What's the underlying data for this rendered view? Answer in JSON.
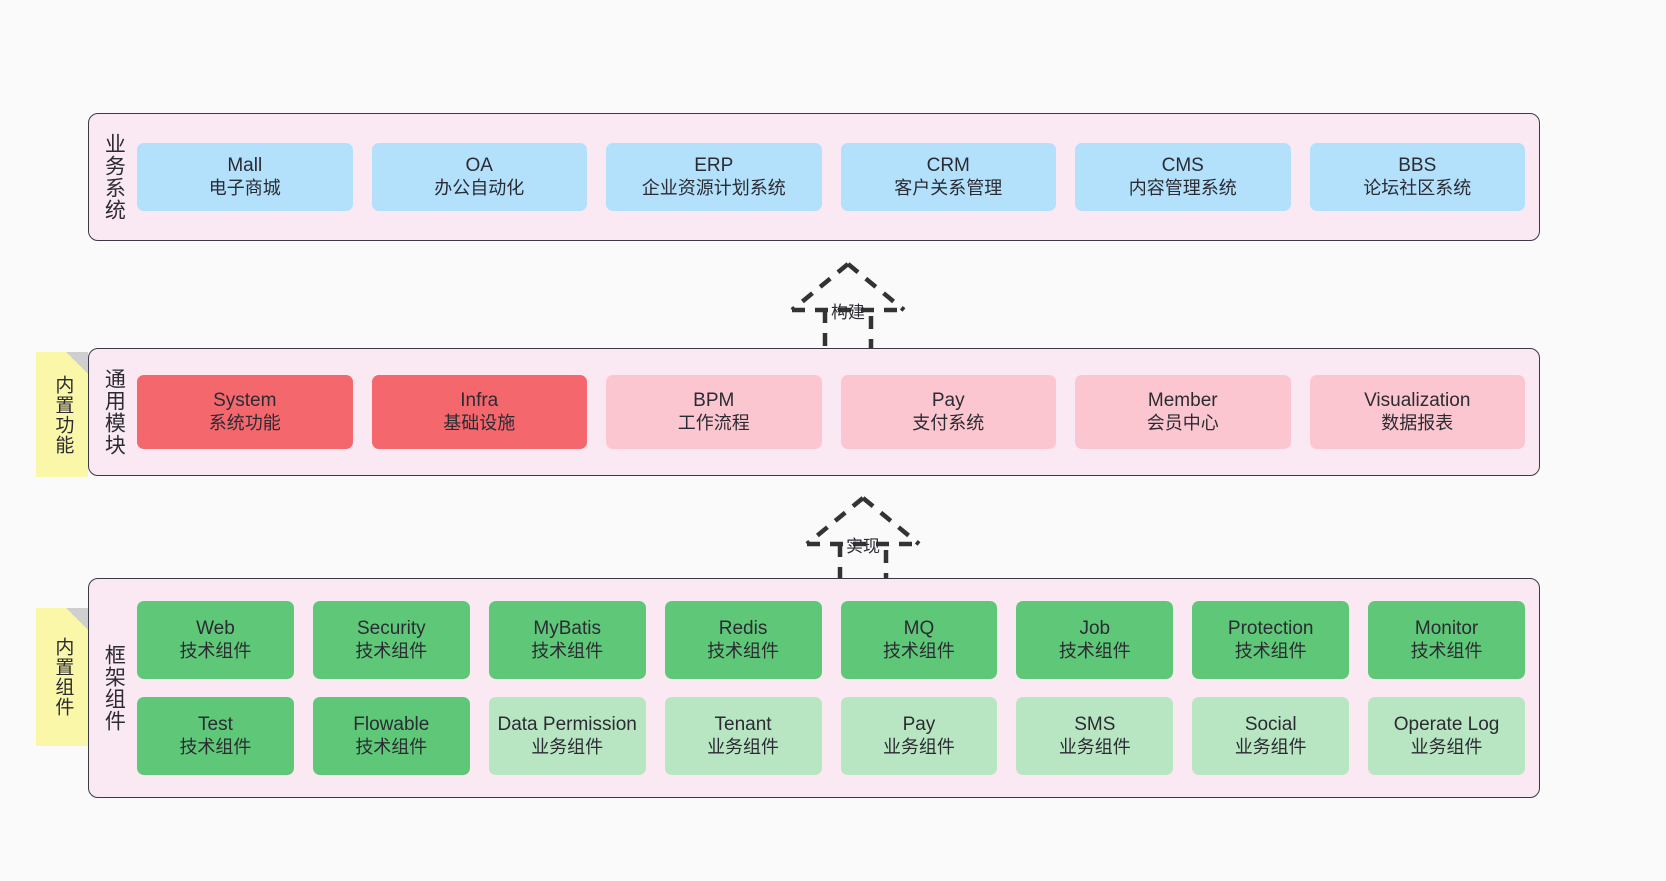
{
  "diagram": {
    "background": "#fafafa",
    "panel_fill": "#fae9f3",
    "panel_stroke": "#3a3a44",
    "note_fill": "#fbf7a8"
  },
  "layers": [
    {
      "id": "business-system",
      "label": "业务系统",
      "rows": [
        {
          "nodes": [
            {
              "title": "Mall",
              "subtitle": "电子商城",
              "style": "blue",
              "color": "#b3e0fb"
            },
            {
              "title": "OA",
              "subtitle": "办公自动化",
              "style": "blue",
              "color": "#b3e0fb"
            },
            {
              "title": "ERP",
              "subtitle": "企业资源计划系统",
              "style": "blue",
              "color": "#b3e0fb"
            },
            {
              "title": "CRM",
              "subtitle": "客户关系管理",
              "style": "blue",
              "color": "#b3e0fb"
            },
            {
              "title": "CMS",
              "subtitle": "内容管理系统",
              "style": "blue",
              "color": "#b3e0fb"
            },
            {
              "title": "BBS",
              "subtitle": "论坛社区系统",
              "style": "blue",
              "color": "#b3e0fb"
            }
          ]
        }
      ]
    },
    {
      "id": "common-module",
      "label": "通用模块",
      "note": "内置功能",
      "rows": [
        {
          "nodes": [
            {
              "title": "System",
              "subtitle": "系统功能",
              "style": "red-strong",
              "color": "#f4676d"
            },
            {
              "title": "Infra",
              "subtitle": "基础设施",
              "style": "red-strong",
              "color": "#f4676d"
            },
            {
              "title": "BPM",
              "subtitle": "工作流程",
              "style": "red-soft",
              "color": "#fcc6d0"
            },
            {
              "title": "Pay",
              "subtitle": "支付系统",
              "style": "red-soft",
              "color": "#fcc6d0"
            },
            {
              "title": "Member",
              "subtitle": "会员中心",
              "style": "red-soft",
              "color": "#fcc6d0"
            },
            {
              "title": "Visualization",
              "subtitle": "数据报表",
              "style": "red-soft",
              "color": "#fcc6d0"
            }
          ]
        }
      ]
    },
    {
      "id": "framework-component",
      "label": "框架组件",
      "note": "内置组件",
      "rows": [
        {
          "nodes": [
            {
              "title": "Web",
              "subtitle": "技术组件",
              "style": "green-strong",
              "color": "#5fc878"
            },
            {
              "title": "Security",
              "subtitle": "技术组件",
              "style": "green-strong",
              "color": "#5fc878"
            },
            {
              "title": "MyBatis",
              "subtitle": "技术组件",
              "style": "green-strong",
              "color": "#5fc878"
            },
            {
              "title": "Redis",
              "subtitle": "技术组件",
              "style": "green-strong",
              "color": "#5fc878"
            },
            {
              "title": "MQ",
              "subtitle": "技术组件",
              "style": "green-strong",
              "color": "#5fc878"
            },
            {
              "title": "Job",
              "subtitle": "技术组件",
              "style": "green-strong",
              "color": "#5fc878"
            },
            {
              "title": "Protection",
              "subtitle": "技术组件",
              "style": "green-strong",
              "color": "#5fc878"
            },
            {
              "title": "Monitor",
              "subtitle": "技术组件",
              "style": "green-strong",
              "color": "#5fc878"
            }
          ]
        },
        {
          "nodes": [
            {
              "title": "Test",
              "subtitle": "技术组件",
              "style": "green-strong",
              "color": "#5fc878"
            },
            {
              "title": "Flowable",
              "subtitle": "技术组件",
              "style": "green-strong",
              "color": "#5fc878"
            },
            {
              "title": "Data Permission",
              "subtitle": "业务组件",
              "style": "green-soft",
              "color": "#b9e6c2"
            },
            {
              "title": "Tenant",
              "subtitle": "业务组件",
              "style": "green-soft",
              "color": "#b9e6c2"
            },
            {
              "title": "Pay",
              "subtitle": "业务组件",
              "style": "green-soft",
              "color": "#b9e6c2"
            },
            {
              "title": "SMS",
              "subtitle": "业务组件",
              "style": "green-soft",
              "color": "#b9e6c2"
            },
            {
              "title": "Social",
              "subtitle": "业务组件",
              "style": "green-soft",
              "color": "#b9e6c2"
            },
            {
              "title": "Operate Log",
              "subtitle": "业务组件",
              "style": "green-soft",
              "color": "#b9e6c2"
            }
          ]
        }
      ]
    }
  ],
  "connectors": [
    {
      "id": "build",
      "label": "构建",
      "kind": "generalization-dashed-up"
    },
    {
      "id": "implement",
      "label": "实现",
      "kind": "generalization-dashed-up"
    }
  ]
}
